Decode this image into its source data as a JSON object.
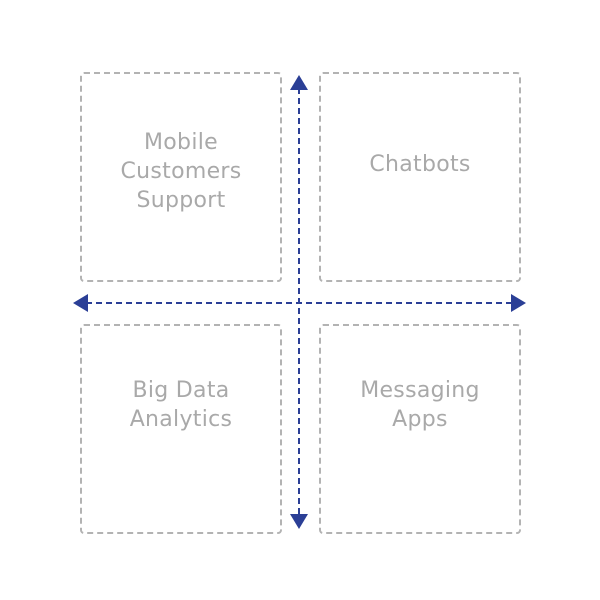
{
  "quadrants": {
    "top_left": {
      "label": "Mobile\nCustomers\nSupport"
    },
    "top_right": {
      "label": "Chatbots"
    },
    "bottom_left": {
      "label": "Big Data\nAnalytics"
    },
    "bottom_right": {
      "label": "Messaging\nApps"
    }
  },
  "colors": {
    "axis": "#2b3f96",
    "box_border": "#b3b3b3",
    "label": "#a9a9a9"
  }
}
